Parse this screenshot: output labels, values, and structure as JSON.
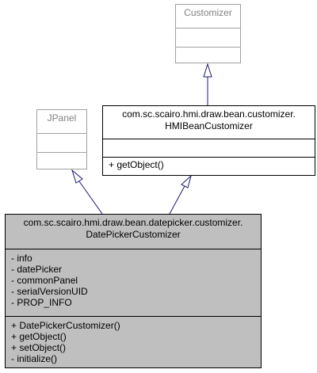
{
  "classes": {
    "customizer": {
      "name": "Customizer",
      "attributes": [],
      "methods": []
    },
    "jpanel": {
      "name": "JPanel",
      "attributes": [],
      "methods": []
    },
    "hmi_bean_customizer": {
      "name_line1": "com.sc.scairo.hmi.draw.bean.customizer.",
      "name_line2": "HMIBeanCustomizer",
      "attributes": [],
      "methods": [
        "+ getObject()"
      ]
    },
    "date_picker_customizer": {
      "name_line1": "com.sc.scairo.hmi.draw.bean.datepicker.customizer.",
      "name_line2": "DatePickerCustomizer",
      "attributes": [
        "- info",
        "- datePicker",
        "- commonPanel",
        "- serialVersionUID",
        "- PROP_INFO"
      ],
      "methods": [
        "+ DatePickerCustomizer()",
        "+ getObject()",
        "+ setObject()",
        "- initialize()"
      ]
    }
  },
  "relations": [
    {
      "type": "generalization",
      "from": "hmi_bean_customizer",
      "to": "customizer"
    },
    {
      "type": "generalization",
      "from": "date_picker_customizer",
      "to": "jpanel"
    },
    {
      "type": "generalization",
      "from": "date_picker_customizer",
      "to": "hmi_bean_customizer"
    }
  ],
  "colors": {
    "edge": "#191970",
    "muted_border": "#a0a0a0",
    "highlight_fill": "#bfbfbf"
  }
}
